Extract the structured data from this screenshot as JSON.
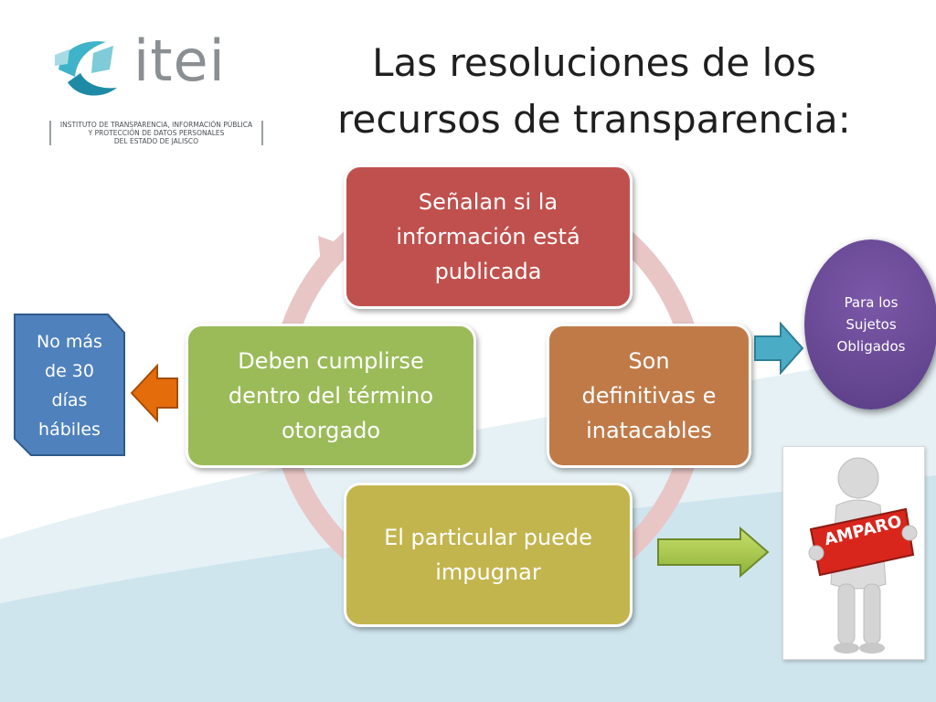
{
  "title": {
    "line1": "Las resoluciones de los",
    "line2": "recursos de transparencia:"
  },
  "logo": {
    "word": "itei",
    "subtitle_line1": "INSTITUTO DE TRANSPARENCIA, INFORMACIÓN PÚBLICA",
    "subtitle_line2": "Y PROTECCIÓN DE DATOS PERSONALES",
    "subtitle_line3": "DEL ESTADO DE JALISCO"
  },
  "cycle": {
    "top": {
      "line1": "Señalan si la",
      "line2": "información está",
      "line3": "publicada",
      "color": "#c0504d"
    },
    "right": {
      "line1": "Son",
      "line2": "definitivas e",
      "line3": "inatacables",
      "color": "#c07a48"
    },
    "bottom": {
      "line1": "El particular puede",
      "line2": "impugnar",
      "color": "#c3b54e"
    },
    "left": {
      "line1": "Deben cumplirse",
      "line2": "dentro del término",
      "line3": "otorgado",
      "color": "#9bbb59"
    }
  },
  "side_note_left": {
    "line1": "No más",
    "line2": "de 30",
    "line3": "días",
    "line4": "hábiles",
    "color": "#4f81bd"
  },
  "side_note_right": {
    "line1": "Para los",
    "line2": "Sujetos",
    "line3": "Obligados",
    "color": "#6a4a97"
  },
  "amparo": {
    "label": "AMPARO",
    "icon": "person-holding-sign-icon"
  }
}
